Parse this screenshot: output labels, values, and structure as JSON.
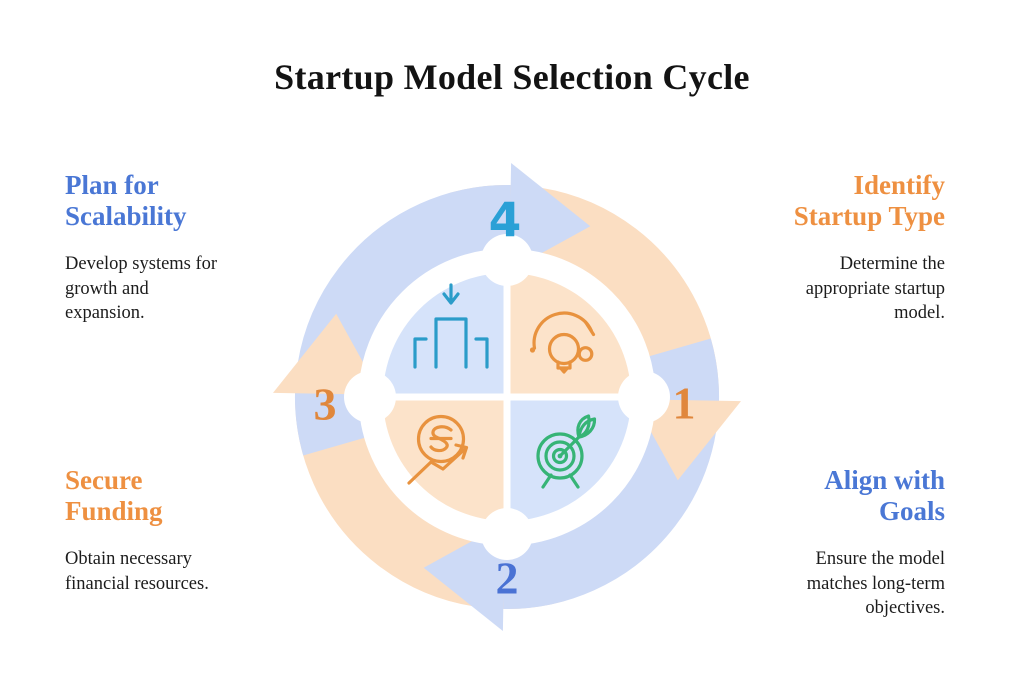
{
  "title": "Startup Model Selection Cycle",
  "colors": {
    "title_text": "#131313",
    "body_text": "#1c1c1c",
    "heading_blue": "#4a77d5",
    "heading_orange": "#ee9041",
    "arc_blue": "#cddaf6",
    "arc_peach": "#fbdec2",
    "quadrant_blue": "#d6e3fa",
    "quadrant_peach": "#fce3ca",
    "number_teal": "#2aa0d6",
    "number_orange": "#e0873c",
    "number_blue": "#4a72d4",
    "icon_teal": "#2b9cc9",
    "icon_orange": "#e8923e",
    "icon_green": "#36b476"
  },
  "steps": [
    {
      "number": "1",
      "heading_lines": [
        "Identify",
        "Startup Type"
      ],
      "body_lines": [
        "Determine the",
        "appropriate startup",
        "model."
      ],
      "icon": "lightbulb-idea-icon",
      "accent": "orange",
      "position": "top-right"
    },
    {
      "number": "2",
      "heading_lines": [
        "Align with",
        "Goals"
      ],
      "body_lines": [
        "Ensure the model",
        "matches long-term",
        "objectives."
      ],
      "icon": "target-dart-leaf-icon",
      "accent": "blue",
      "position": "bottom-right"
    },
    {
      "number": "3",
      "heading_lines": [
        "Secure",
        "Funding"
      ],
      "body_lines": [
        "Obtain necessary",
        "financial resources."
      ],
      "icon": "dollar-growth-arrow-icon",
      "accent": "orange",
      "position": "bottom-left"
    },
    {
      "number": "4",
      "heading_lines": [
        "Plan for",
        "Scalability"
      ],
      "body_lines": [
        "Develop systems for",
        "growth and",
        "expansion."
      ],
      "icon": "podium-compress-arrow-icon",
      "accent": "blue",
      "position": "top-left"
    }
  ]
}
